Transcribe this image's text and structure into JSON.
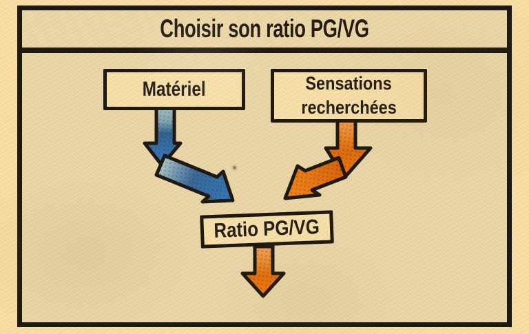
{
  "header": {
    "title": "Choisir son ratio PG/VG"
  },
  "nodes": {
    "materiel": {
      "label": "Matériel"
    },
    "sensations": {
      "label": "Sensations recherchées",
      "line1": "Sensations",
      "line2": "recherchées"
    },
    "ratio": {
      "label": "Ratio PG/VG"
    }
  },
  "edges": [
    {
      "name": "materiel-to-ratio",
      "from": "Matériel",
      "to": "Ratio PG/VG",
      "shape": "bent-arrow-down-right",
      "color": "#2e6fae"
    },
    {
      "name": "sensations-to-ratio",
      "from": "Sensations recherchées",
      "to": "Ratio PG/VG",
      "shape": "bent-arrow-down-left",
      "color": "#ee7410"
    },
    {
      "name": "ratio-output",
      "from": "Ratio PG/VG",
      "to": "",
      "shape": "straight-arrow-down",
      "color": "#ee7410"
    }
  ],
  "palette": {
    "page_background": "#f9e0a6",
    "panel_background": "#ecd8aa",
    "title_band_background": "#eed9a9",
    "node_fill": "#f9e2ab",
    "outline_black": "#17130c",
    "text_color": "#1c160d",
    "blue_arrow_light": "#abc6cb",
    "blue_arrow_dark": "#2e6fae",
    "orange_arrow_light": "#f4a155",
    "orange_arrow_dark": "#e0690a"
  }
}
